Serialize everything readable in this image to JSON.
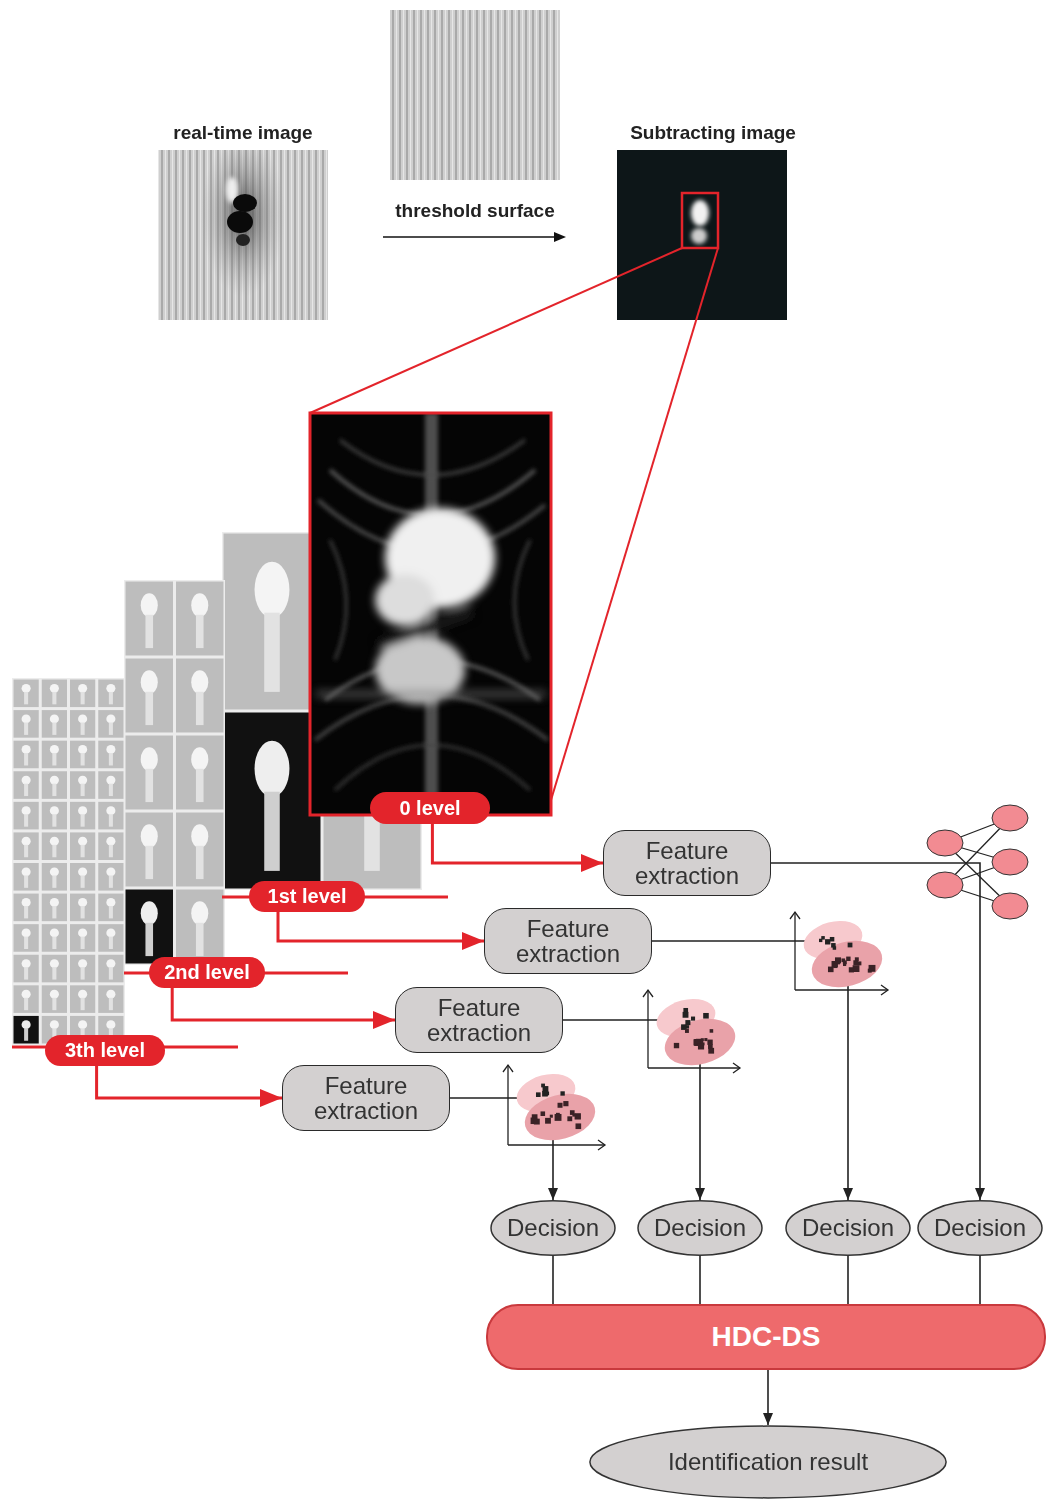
{
  "diagram": {
    "nodes": [
      {
        "text": [
          "0 level"
        ]
      },
      {
        "text": [
          "1st level"
        ]
      },
      {
        "text": [
          "2nd level"
        ]
      },
      {
        "text": [
          "3th level"
        ]
      },
      {
        "text": [
          "Feature extraction"
        ]
      },
      {
        "text": [
          "Feature extraction"
        ]
      },
      {
        "text": [
          "Feature extraction"
        ]
      },
      {
        "text": [
          "Feature extraction"
        ]
      },
      {
        "text": [
          "Decision"
        ]
      },
      {
        "text": [
          "Decision"
        ]
      },
      {
        "text": [
          "Decision"
        ]
      },
      {
        "text": [
          "Decision"
        ]
      },
      {
        "text": [
          "HDC-DS"
        ]
      },
      {
        "text": [
          "Identification result"
        ]
      }
    ],
    "edges": [
      {
        "from": 0,
        "to": 4,
        "arrow": "to"
      },
      {
        "from": 1,
        "to": 5,
        "arrow": "to"
      },
      {
        "from": 2,
        "to": 6,
        "arrow": "to"
      },
      {
        "from": 3,
        "to": 7,
        "arrow": "to"
      },
      {
        "from": 4,
        "to": 11,
        "arrow": "to"
      },
      {
        "from": 5,
        "to": 10,
        "arrow": "to"
      },
      {
        "from": 6,
        "to": 9,
        "arrow": "to"
      },
      {
        "from": 7,
        "to": 8,
        "arrow": "to"
      },
      {
        "from": 8,
        "to": 12,
        "arrow": "none"
      },
      {
        "from": 9,
        "to": 12,
        "arrow": "none"
      },
      {
        "from": 10,
        "to": 12,
        "arrow": "none"
      },
      {
        "from": 11,
        "to": 12,
        "arrow": "none"
      },
      {
        "from": 12,
        "to": 13,
        "arrow": "to"
      }
    ],
    "labels": [
      "real-time image",
      "threshold surface",
      "Subtracting image"
    ]
  }
}
